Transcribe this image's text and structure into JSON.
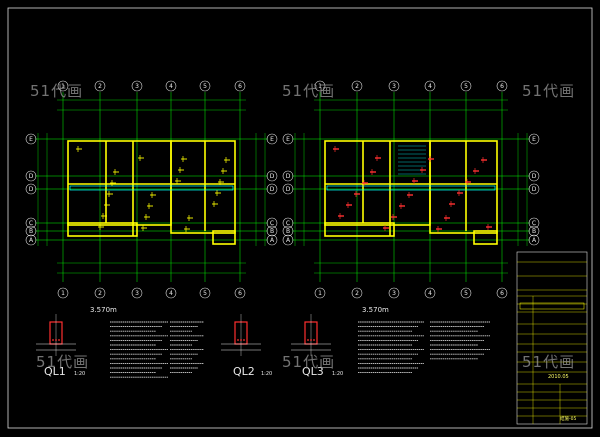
{
  "watermarks": [
    "51代画",
    "51代画",
    "51代画",
    "51代画",
    "51代画",
    "51代画"
  ],
  "plan_left": {
    "top_axes": [
      "1",
      "2",
      "3",
      "4",
      "5",
      "6"
    ],
    "bottom_axes": [
      "1",
      "2",
      "3",
      "4",
      "5",
      "6"
    ],
    "left_axes": [
      "E",
      "D",
      "D",
      "C",
      "B",
      "A"
    ],
    "right_axes": [
      "E",
      "D",
      "D",
      "C",
      "B",
      "A"
    ],
    "level": "3.570m"
  },
  "plan_right": {
    "top_axes": [
      "1",
      "2",
      "3",
      "4",
      "5",
      "6"
    ],
    "bottom_axes": [
      "1",
      "2",
      "3",
      "4",
      "5",
      "6"
    ],
    "left_axes": [
      "E",
      "D",
      "D",
      "C",
      "B",
      "A"
    ],
    "right_axes": [
      "E",
      "D",
      "D",
      "C",
      "B",
      "A"
    ],
    "level": "3.570m"
  },
  "sections": [
    {
      "label": "QL1",
      "scale": "1:20"
    },
    {
      "label": "QL2",
      "scale": "1:20"
    },
    {
      "label": "QL3",
      "scale": "1:20"
    }
  ],
  "title_block": {
    "date": "2010.05",
    "sheet_no": "结施-05"
  },
  "colors": {
    "background": "#000000",
    "frame": "#ffffff",
    "structure": "#ffff00",
    "grid": "#00ff00",
    "rebar": "#ff3030",
    "dims": "#00ffff"
  }
}
